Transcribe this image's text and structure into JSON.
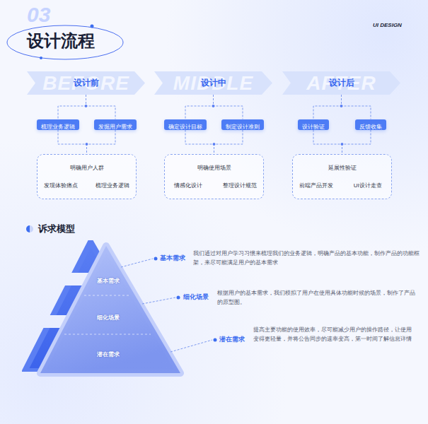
{
  "diagram": {
    "title": "设计流程",
    "nodes": [
      {
        "text": [
          "设计前",
          "BEFORE"
        ]
      },
      {
        "text": [
          "梳理业务逻辑"
        ]
      },
      {
        "text": [
          "发掘用户需求"
        ]
      },
      {
        "text": [
          "明确用户人群",
          "发现体验痛点",
          "梳理业务逻辑"
        ]
      },
      {
        "text": [
          "设计中",
          "MIDDLE"
        ]
      },
      {
        "text": [
          "确定设计目标"
        ]
      },
      {
        "text": [
          "制定设计准则"
        ]
      },
      {
        "text": [
          "明确使用场景",
          "情感化设计",
          "整理设计规范"
        ]
      },
      {
        "text": [
          "设计后",
          "AFTER"
        ]
      },
      {
        "text": [
          "设计验证"
        ]
      },
      {
        "text": [
          "反馈收集"
        ]
      },
      {
        "text": [
          "延展性验证",
          "前端产品开发",
          "UI设计走查"
        ]
      },
      {
        "text": [
          "基本需求"
        ]
      },
      {
        "text": [
          "细化场景"
        ]
      },
      {
        "text": [
          "潜在需求"
        ]
      }
    ],
    "edges": [
      {
        "from": 0,
        "to": 1,
        "arrow": "none"
      },
      {
        "from": 0,
        "to": 2,
        "arrow": "none"
      },
      {
        "from": 1,
        "to": 3,
        "arrow": "none"
      },
      {
        "from": 2,
        "to": 3,
        "arrow": "none"
      },
      {
        "from": 4,
        "to": 5,
        "arrow": "none"
      },
      {
        "from": 4,
        "to": 6,
        "arrow": "none"
      },
      {
        "from": 5,
        "to": 7,
        "arrow": "none"
      },
      {
        "from": 6,
        "to": 7,
        "arrow": "none"
      },
      {
        "from": 8,
        "to": 9,
        "arrow": "none"
      },
      {
        "from": 8,
        "to": 10,
        "arrow": "none"
      },
      {
        "from": 9,
        "to": 11,
        "arrow": "none"
      },
      {
        "from": 10,
        "to": 11,
        "arrow": "none"
      }
    ],
    "labels": [
      "03",
      "UI DESIGN",
      "诉求模型",
      "基本需求",
      "我们通过对用户学习习惯来梳理我们的业务逻辑，明确产品的基本功能，制作产品的功能框架，来尽可能满足用户的基本需求",
      "细化场景",
      "根据用户的基本需求，我们模拟了用户在使用具体功能时候的场景，制作了产品的原型图。",
      "潜在需求",
      "提高主要功能的使用效率，尽可能减少用户的操作路径，让使用变得更轻量，并将公告同步的速率变高，第一时间了解信息详情"
    ]
  }
}
